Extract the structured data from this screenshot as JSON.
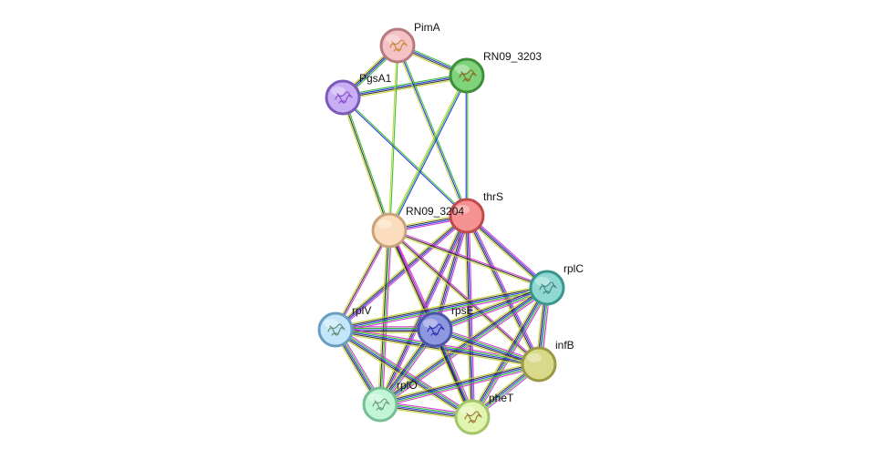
{
  "network": {
    "nodes": [
      {
        "id": "PimA",
        "label": "PimA",
        "fill": "#f4c1c4",
        "stroke": "#b57a7e",
        "has_structure": true,
        "glyph_color": "#c98a3a"
      },
      {
        "id": "RN09_3203",
        "label": "RN09_3203",
        "fill": "#7fd37a",
        "stroke": "#3f8f3a",
        "has_structure": true,
        "glyph_color": "#8a6a20"
      },
      {
        "id": "PgsA1",
        "label": "PgsA1",
        "fill": "#c8aef5",
        "stroke": "#7b5ab8",
        "has_structure": true,
        "glyph_color": "#8a4fd0"
      },
      {
        "id": "thrS",
        "label": "thrS",
        "fill": "#f79292",
        "stroke": "#c04a4a",
        "has_structure": false,
        "glyph_color": ""
      },
      {
        "id": "RN09_3204",
        "label": "RN09_3204",
        "fill": "#fbdcbc",
        "stroke": "#c8a27a",
        "has_structure": false,
        "glyph_color": ""
      },
      {
        "id": "rplC",
        "label": "rplC",
        "fill": "#8fd9d2",
        "stroke": "#3a958c",
        "has_structure": true,
        "glyph_color": "#4a8a8a"
      },
      {
        "id": "rplV",
        "label": "rplV",
        "fill": "#c4e6fb",
        "stroke": "#6a9ec0",
        "has_structure": true,
        "glyph_color": "#5f8f6f"
      },
      {
        "id": "rpsE",
        "label": "rpsE",
        "fill": "#8e98e0",
        "stroke": "#4a55a8",
        "has_structure": true,
        "glyph_color": "#2a35b0"
      },
      {
        "id": "infB",
        "label": "infB",
        "fill": "#d9d98a",
        "stroke": "#9a9a45",
        "has_structure": false,
        "glyph_color": ""
      },
      {
        "id": "rplO",
        "label": "rplO",
        "fill": "#c2f5d6",
        "stroke": "#74bf94",
        "has_structure": true,
        "glyph_color": "#6aa07a"
      },
      {
        "id": "pheT",
        "label": "pheT",
        "fill": "#e2f5b0",
        "stroke": "#a4c46a",
        "has_structure": true,
        "glyph_color": "#a07a3a"
      }
    ],
    "edges": [
      {
        "source": "PimA",
        "target": "RN09_3203",
        "colors": [
          "#2dbe2d",
          "#1d2dd8",
          "#2c2c2c",
          "#c9d436"
        ]
      },
      {
        "source": "PimA",
        "target": "PgsA1",
        "colors": [
          "#2dbe2d",
          "#1d2dd8",
          "#2c2c2c",
          "#c9d436"
        ]
      },
      {
        "source": "PgsA1",
        "target": "RN09_3203",
        "colors": [
          "#2dbe2d",
          "#1d2dd8",
          "#2c2c2c",
          "#c9d436"
        ]
      },
      {
        "source": "PimA",
        "target": "thrS",
        "colors": [
          "#2dbe2d",
          "#1d2dd8",
          "#c9d436"
        ]
      },
      {
        "source": "PimA",
        "target": "RN09_3204",
        "colors": [
          "#2dbe2d",
          "#c9d436"
        ]
      },
      {
        "source": "PgsA1",
        "target": "thrS",
        "colors": [
          "#2dbe2d",
          "#1d2dd8"
        ]
      },
      {
        "source": "PgsA1",
        "target": "RN09_3204",
        "colors": [
          "#2dbe2d",
          "#2c2c2c",
          "#c9d436"
        ]
      },
      {
        "source": "RN09_3203",
        "target": "thrS",
        "colors": [
          "#2dbe2d",
          "#1d2dd8"
        ]
      },
      {
        "source": "RN09_3203",
        "target": "RN09_3204",
        "colors": [
          "#1d2dd8",
          "#2dbe2d",
          "#c9d436"
        ]
      },
      {
        "source": "thrS",
        "target": "RN09_3204",
        "colors": [
          "#d430d4",
          "#1d2dd8",
          "#2c2c2c",
          "#c9d436"
        ]
      },
      {
        "source": "thrS",
        "target": "rplC",
        "colors": [
          "#d430d4",
          "#1d2dd8",
          "#2c2c2c",
          "#c9d436"
        ]
      },
      {
        "source": "thrS",
        "target": "rplV",
        "colors": [
          "#d430d4",
          "#1d2dd8",
          "#2c2c2c",
          "#c9d436"
        ]
      },
      {
        "source": "thrS",
        "target": "rpsE",
        "colors": [
          "#d430d4",
          "#1d2dd8",
          "#2c2c2c",
          "#c9d436"
        ]
      },
      {
        "source": "thrS",
        "target": "infB",
        "colors": [
          "#d430d4",
          "#1d2dd8",
          "#2c2c2c",
          "#c9d436"
        ]
      },
      {
        "source": "thrS",
        "target": "rplO",
        "colors": [
          "#d430d4",
          "#1d2dd8",
          "#2c2c2c",
          "#c9d436"
        ]
      },
      {
        "source": "thrS",
        "target": "pheT",
        "colors": [
          "#d430d4",
          "#1d2dd8",
          "#2c2c2c",
          "#c9d436"
        ]
      },
      {
        "source": "RN09_3204",
        "target": "rplC",
        "colors": [
          "#d430d4",
          "#2c2c2c",
          "#c9d436"
        ]
      },
      {
        "source": "RN09_3204",
        "target": "rplV",
        "colors": [
          "#d430d4",
          "#2c2c2c",
          "#c9d436"
        ]
      },
      {
        "source": "RN09_3204",
        "target": "rpsE",
        "colors": [
          "#d430d4",
          "#1d2dd8",
          "#2c2c2c",
          "#c9d436"
        ]
      },
      {
        "source": "RN09_3204",
        "target": "infB",
        "colors": [
          "#d430d4",
          "#2c2c2c",
          "#c9d436"
        ]
      },
      {
        "source": "RN09_3204",
        "target": "rplO",
        "colors": [
          "#d430d4",
          "#2dbe2d",
          "#2c2c2c",
          "#c9d436"
        ]
      },
      {
        "source": "RN09_3204",
        "target": "pheT",
        "colors": [
          "#d430d4",
          "#2c2c2c",
          "#c9d436"
        ]
      },
      {
        "source": "rplC",
        "target": "rplV",
        "colors": [
          "#d430d4",
          "#2dbe2d",
          "#1d2dd8",
          "#2c2c2c",
          "#c9d436"
        ]
      },
      {
        "source": "rplC",
        "target": "rpsE",
        "colors": [
          "#d430d4",
          "#2dbe2d",
          "#1d2dd8",
          "#2c2c2c",
          "#c9d436"
        ]
      },
      {
        "source": "rplC",
        "target": "infB",
        "colors": [
          "#d430d4",
          "#2dbe2d",
          "#1d2dd8",
          "#2c2c2c",
          "#c9d436"
        ]
      },
      {
        "source": "rplC",
        "target": "rplO",
        "colors": [
          "#d430d4",
          "#2dbe2d",
          "#1d2dd8",
          "#2c2c2c",
          "#c9d436"
        ]
      },
      {
        "source": "rplC",
        "target": "pheT",
        "colors": [
          "#d430d4",
          "#2dbe2d",
          "#1d2dd8",
          "#2c2c2c",
          "#c9d436"
        ]
      },
      {
        "source": "rplV",
        "target": "rpsE",
        "colors": [
          "#d430d4",
          "#2dbe2d",
          "#1d2dd8",
          "#2c2c2c",
          "#c9d436"
        ]
      },
      {
        "source": "rplV",
        "target": "infB",
        "colors": [
          "#d430d4",
          "#2dbe2d",
          "#1d2dd8",
          "#2c2c2c",
          "#c9d436"
        ]
      },
      {
        "source": "rplV",
        "target": "rplO",
        "colors": [
          "#d430d4",
          "#2dbe2d",
          "#1d2dd8",
          "#2c2c2c",
          "#c9d436"
        ]
      },
      {
        "source": "rplV",
        "target": "pheT",
        "colors": [
          "#d430d4",
          "#2dbe2d",
          "#1d2dd8",
          "#2c2c2c",
          "#c9d436"
        ]
      },
      {
        "source": "rpsE",
        "target": "infB",
        "colors": [
          "#d430d4",
          "#2dbe2d",
          "#1d2dd8",
          "#2c2c2c",
          "#c9d436"
        ]
      },
      {
        "source": "rpsE",
        "target": "rplO",
        "colors": [
          "#d430d4",
          "#2dbe2d",
          "#1d2dd8",
          "#2c2c2c",
          "#c9d436"
        ]
      },
      {
        "source": "rpsE",
        "target": "pheT",
        "colors": [
          "#d430d4",
          "#2dbe2d",
          "#1d2dd8",
          "#2c2c2c",
          "#c9d436"
        ]
      },
      {
        "source": "infB",
        "target": "rplO",
        "colors": [
          "#d430d4",
          "#2dbe2d",
          "#1d2dd8",
          "#2c2c2c",
          "#c9d436"
        ]
      },
      {
        "source": "infB",
        "target": "pheT",
        "colors": [
          "#d430d4",
          "#2dbe2d",
          "#1d2dd8",
          "#2c2c2c",
          "#c9d436"
        ]
      },
      {
        "source": "rplO",
        "target": "pheT",
        "colors": [
          "#d430d4",
          "#2dbe2d",
          "#1d2dd8",
          "#2c2c2c",
          "#c9d436"
        ]
      }
    ]
  }
}
